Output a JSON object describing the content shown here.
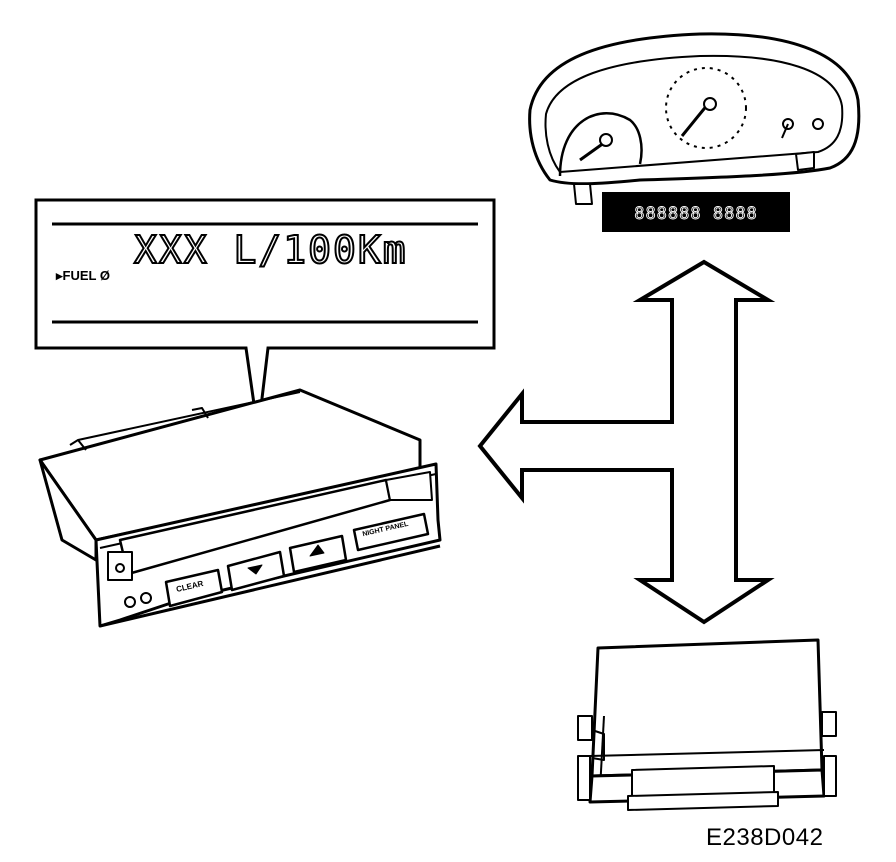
{
  "display": {
    "reading": "XXX L/100Km",
    "menu_item": "▸FUEL Ø"
  },
  "sid_unit": {
    "clear_button": "CLEAR",
    "night_button": "NIGHT PANEL",
    "down_icon": "down-arrow-icon",
    "up_icon": "up-arrow-icon"
  },
  "cluster": {
    "segment_display": "888888  8888"
  },
  "figure_code": "E238D042"
}
